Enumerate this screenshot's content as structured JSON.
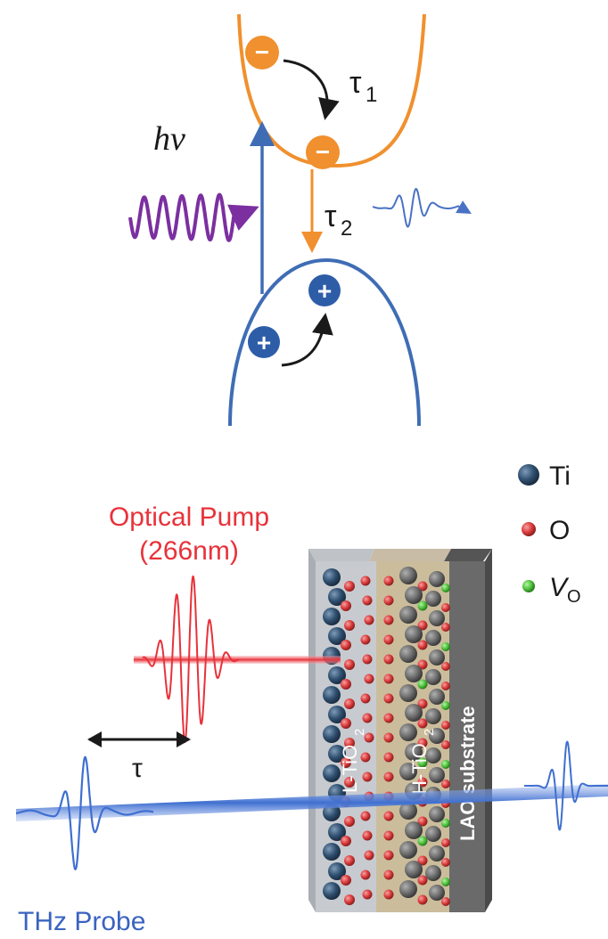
{
  "band_diagram": {
    "photon_label": "hν",
    "tau1_label": "τ",
    "tau1_sub": "1",
    "tau2_label": "τ",
    "tau2_sub": "2",
    "electron_symbol": "−",
    "hole_symbol": "+",
    "colors": {
      "conduction_band": "#f0902e",
      "valence_band": "#3f6db5",
      "photon_wave": "#7b2fa0",
      "emitted_wave": "#4a72c4",
      "arrow": "#1a1a1a"
    }
  },
  "legend": {
    "items": [
      {
        "symbol": "Ti",
        "sub": "",
        "color": "#2f4f6f"
      },
      {
        "symbol": "O",
        "sub": "",
        "color": "#d93a3a"
      },
      {
        "symbol": "V",
        "sub": "O",
        "color": "#4cc23a"
      }
    ]
  },
  "experiment": {
    "pump_label_line1": "Optical Pump",
    "pump_label_line2": "(266nm)",
    "delay_label": "τ",
    "probe_label": "THz Probe",
    "layers": {
      "l_tio2": "L-TiO",
      "l_tio2_sub": "2",
      "h_tio2": "H-TiO",
      "h_tio2_sub": "2",
      "substrate": "LAO substrate"
    },
    "colors": {
      "pump": "#e8323a",
      "probe": "#3f6fd0",
      "probe_label": "#3a63c0"
    }
  }
}
